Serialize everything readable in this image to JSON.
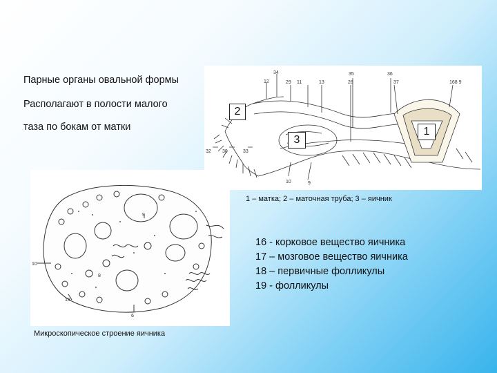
{
  "intro": {
    "line1": "Парные органы  овальной формы",
    "line2": "Располагают в полости малого",
    "line3": "таза по бокам от матки"
  },
  "top_figure": {
    "callouts": {
      "c1": "1",
      "c2": "2",
      "c3": "3"
    },
    "numbers": {
      "n34": "34",
      "n12": "12",
      "n29": "29",
      "n11": "11",
      "n13": "13",
      "n35": "35",
      "n28": "28",
      "n36": "36",
      "n37": "37",
      "n168": "168 9",
      "n32": "32",
      "n30": "30",
      "n33": "33",
      "n10": "10",
      "n9": "9"
    },
    "caption": "1 – матка; 2 – маточная труба; 3 – яичник"
  },
  "legend": {
    "items": [
      "16 - корковое вещество яичника",
      "17 – мозговое вещество яичника",
      "18 – первичные фолликулы",
      "19 - фолликулы"
    ]
  },
  "micro_figure": {
    "numbers": {
      "n9": "9",
      "n10": "10",
      "n15": "15",
      "n6": "6",
      "n8": "8"
    },
    "caption": "Микроскопическое строение яичника"
  }
}
